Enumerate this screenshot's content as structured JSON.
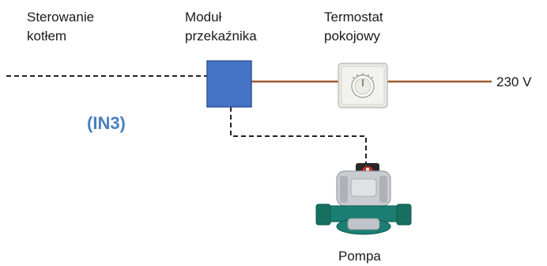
{
  "labels": {
    "boiler_control": "Sterowanie\nkotłem",
    "relay_module": "Moduł\nprzekaźnika",
    "room_thermostat": "Termostat\npokojowy",
    "voltage": "230 V",
    "input": "(IN3)",
    "pump": "Pompa"
  },
  "colors": {
    "relay_box": "#4472c4",
    "relay_box_border": "#2f5597",
    "input_label": "#4a7fc0",
    "power_wire": "#9c5a2c",
    "signal_wire": "#222222",
    "pump_body": "#1a7f72"
  },
  "icons": {
    "thermostat": "thermostat-icon",
    "pump": "circulation-pump-icon"
  }
}
